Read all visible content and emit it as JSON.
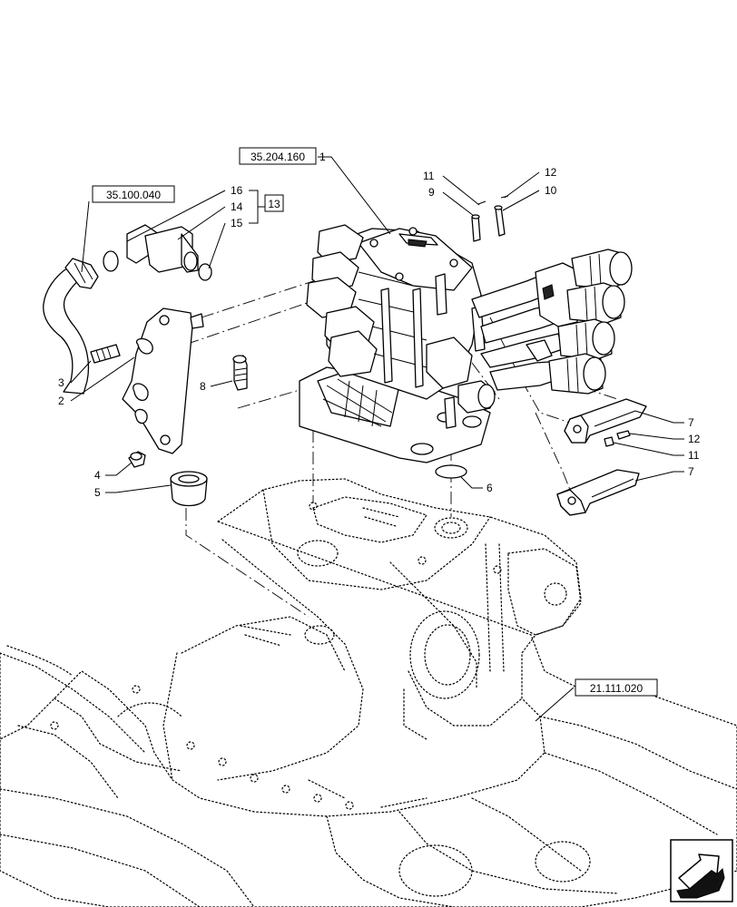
{
  "references": {
    "main_valve": "35.204.160",
    "hose": "35.100.040",
    "housing": "21.111.020"
  },
  "callouts": {
    "c1": "1",
    "c2": "2",
    "c3": "3",
    "c4": "4",
    "c5": "5",
    "c6": "6",
    "c7a": "7",
    "c7b": "7",
    "c8": "8",
    "c9": "9",
    "c10": "10",
    "c11a": "11",
    "c11b": "11",
    "c12a": "12",
    "c12b": "12",
    "c13": "13",
    "c14": "14",
    "c15": "15",
    "c16": "16"
  },
  "icons": {
    "navigation": "next-page-arrow-icon"
  }
}
